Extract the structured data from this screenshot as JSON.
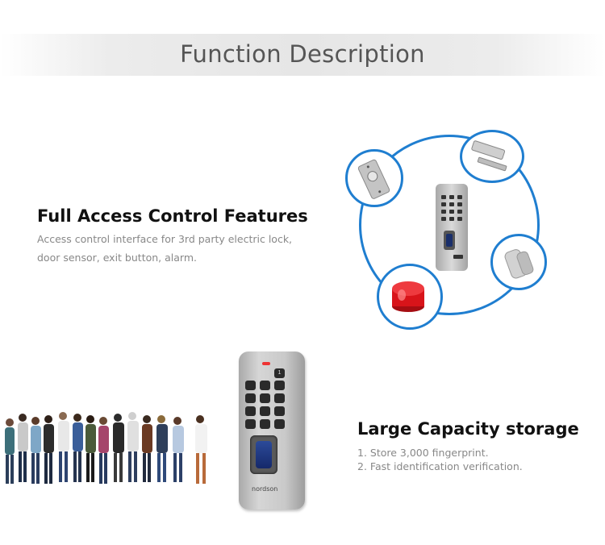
{
  "header": {
    "title": "Function Description"
  },
  "section1": {
    "heading": "Full Access Control Features",
    "line1": "Access control interface for 3rd party electric lock,",
    "line2": "door sensor, exit button, alarm."
  },
  "section2": {
    "heading": "Large Capacity storage",
    "item1": "1. Store 3,000 fingerprint.",
    "item2": "2. Fast identification verification."
  },
  "device": {
    "brand": "nordson"
  },
  "colors": {
    "accent": "#1f7ed0",
    "alarm": "#d8141a"
  }
}
